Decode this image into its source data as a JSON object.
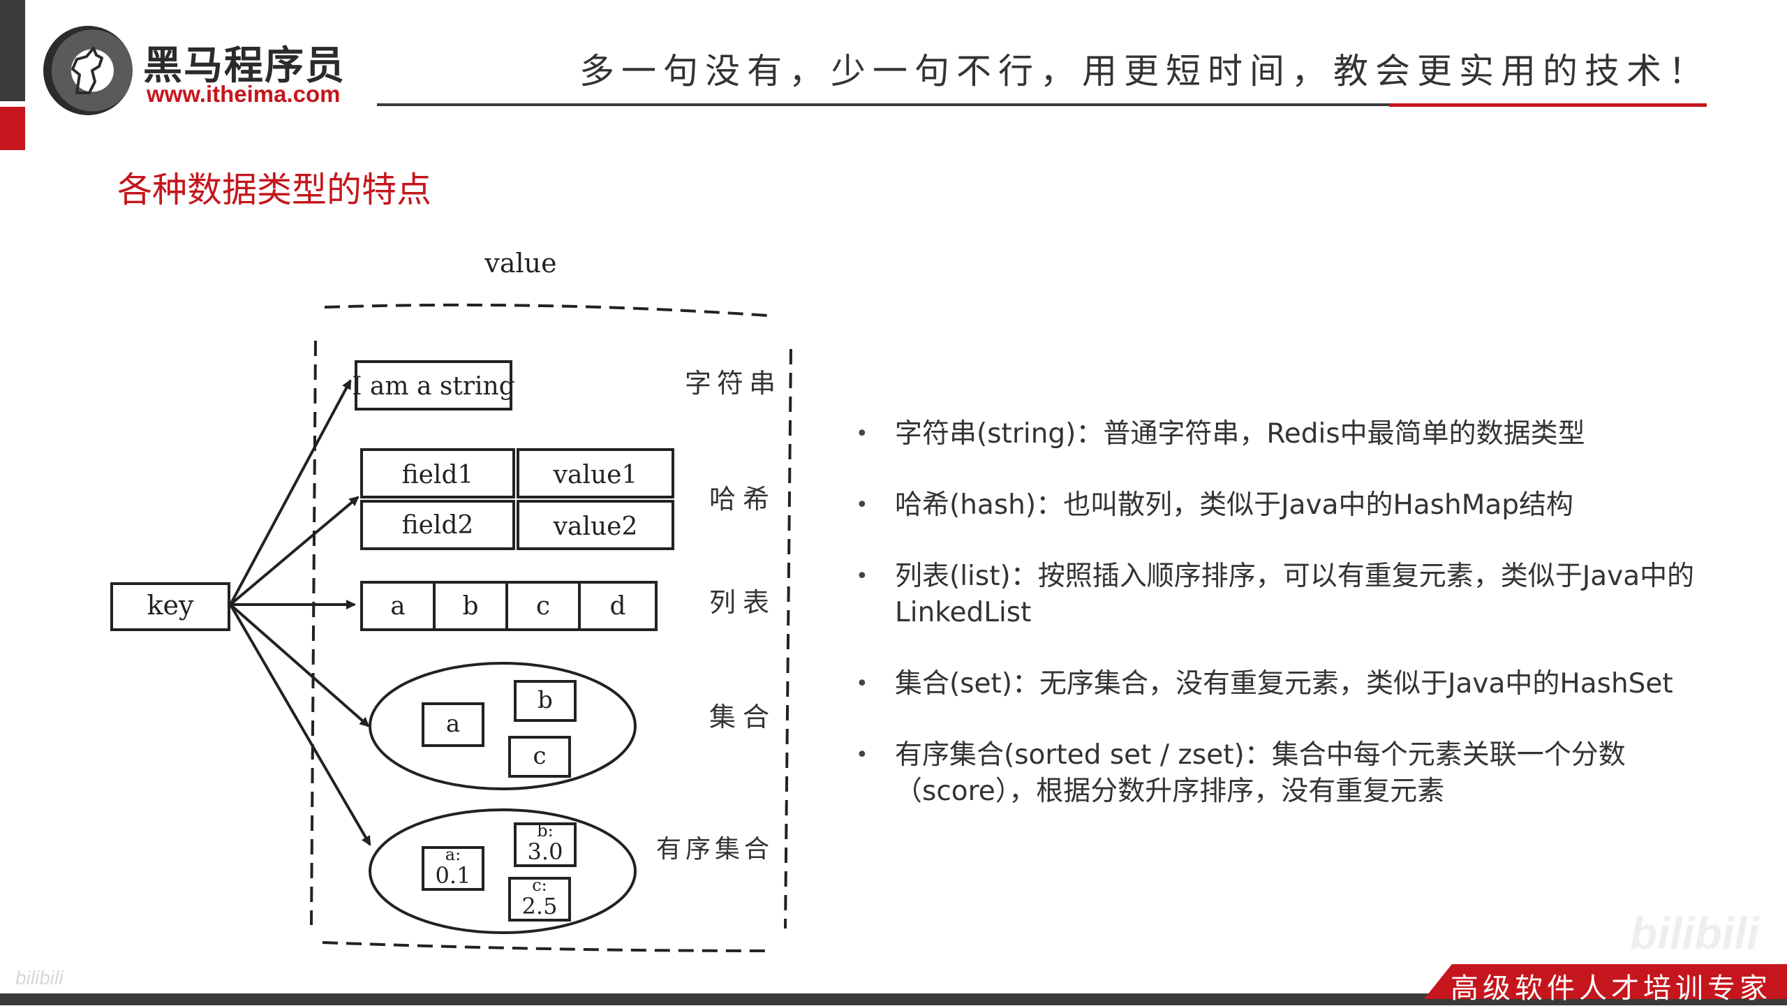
{
  "header": {
    "brand_name": "黑马程序员",
    "brand_url": "www.itheima.com",
    "slogan": "多一句没有，少一句不行，用更短时间，教会更实用的技术！"
  },
  "slide": {
    "title": "各种数据类型的特点"
  },
  "diagram": {
    "value_label": "value",
    "key_label": "key",
    "string_value": "I am a string",
    "hash_rows": [
      {
        "field": "field1",
        "value": "value1"
      },
      {
        "field": "field2",
        "value": "value2"
      }
    ],
    "list_items": [
      "a",
      "b",
      "c",
      "d"
    ],
    "set_items": [
      "a",
      "b",
      "c"
    ],
    "zset_items": [
      {
        "member": "a:",
        "score": "0.1"
      },
      {
        "member": "b:",
        "score": "3.0"
      },
      {
        "member": "c:",
        "score": "2.5"
      }
    ],
    "type_labels": {
      "string": "字符串",
      "hash": "哈希",
      "list": "列表",
      "set": "集合",
      "zset": "有序集合"
    }
  },
  "bullets": [
    "字符串(string)：普通字符串，Redis中最简单的数据类型",
    "哈希(hash)：也叫散列，类似于Java中的HashMap结构",
    "列表(list)：按照插入顺序排序，可以有重复元素，类似于Java中的LinkedList",
    "集合(set)：无序集合，没有重复元素，类似于Java中的HashSet",
    "有序集合(sorted set / zset)：集合中每个元素关联一个分数（score），根据分数升序排序，没有重复元素"
  ],
  "footer": {
    "tagline": "高级软件人才培训专家",
    "watermark_right": "bilibili",
    "watermark_left": "bilibili"
  }
}
